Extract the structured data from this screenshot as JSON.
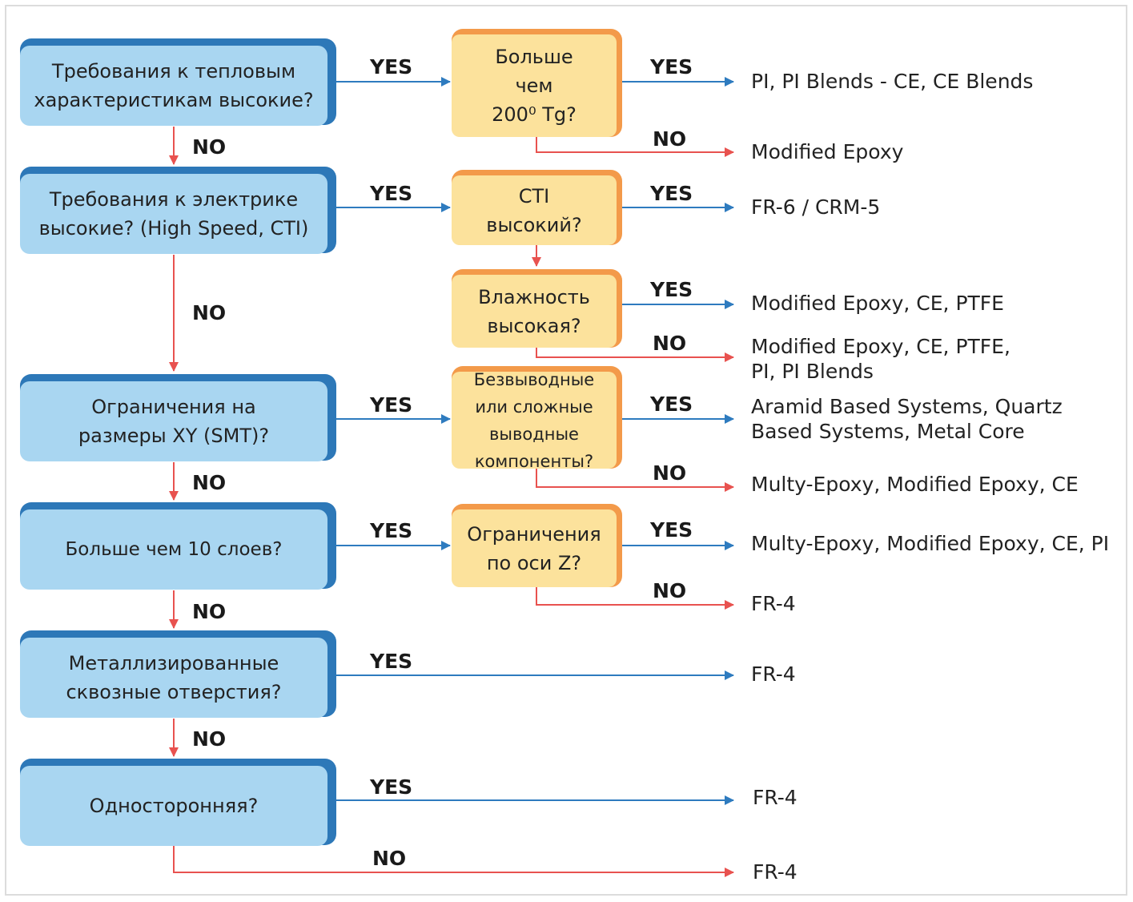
{
  "decisions": {
    "thermal": "Требования к тепловым\nхарактеристикам высокие?",
    "electrical": "Требования к электрике\nвысокие? (High Speed, CTI)",
    "xy_size": "Ограничения на\nразмеры XY (SMT)?",
    "layers": "Больше чем 10 слоев?",
    "plated_holes": "Металлизированные\nсквозные отверстия?",
    "single_sided": "Односторонняя?"
  },
  "sub_decisions": {
    "tg": "Больше\nчем\n200⁰ Tg?",
    "cti": "CTI\nвысокий?",
    "humidity": "Влажность\nвысокая?",
    "leadless": "Безвыводные\nили сложные\nвыводные\nкомпоненты?",
    "z_axis": "Ограничения\nпо оси Z?"
  },
  "labels": {
    "yes": "YES",
    "no": "NO"
  },
  "results": {
    "tg_yes": "PI, PI Blends - CE, CE Blends",
    "tg_no": "Modified Epoxy",
    "cti_yes": "FR-6 / CRM-5",
    "humidity_yes": "Modified Epoxy, CE, PTFE",
    "humidity_no": "Modified Epoxy, CE, PTFE,\nPI, PI Blends",
    "leadless_yes": "Aramid Based Systems, Quartz\nBased Systems, Metal Core",
    "leadless_no": "Multy-Epoxy, Modified Epoxy, CE",
    "z_yes": "Multy-Epoxy, Modified Epoxy, CE, PI",
    "z_no": "FR-4",
    "plated_yes": "FR-4",
    "single_yes": "FR-4",
    "single_no": "FR-4"
  },
  "colors": {
    "yes_line": "#2e7bbf",
    "no_line": "#e8524f",
    "blue_box": "#a9d6f1",
    "yellow_box": "#fce29c"
  }
}
